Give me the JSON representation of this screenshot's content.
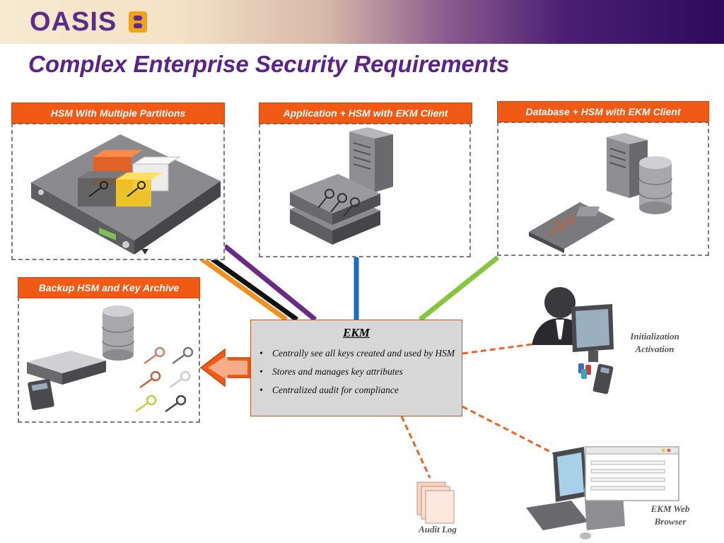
{
  "header": {
    "logo_text": "OASIS",
    "title": "Complex Enterprise Security Requirements",
    "colors": {
      "brand_purple": "#5b2d86",
      "accent_orange": "#f05a14"
    }
  },
  "panels": {
    "hsm": {
      "label": "HSM With Multiple Partitions",
      "icons": [
        "hsm-appliance-icon",
        "partition-cube-icon",
        "key-icon"
      ]
    },
    "application": {
      "label": "Application + HSM with EKM Client",
      "icons": [
        "server-tower-icon",
        "hsm-appliance-icon",
        "key-icon"
      ]
    },
    "database": {
      "label": "Database + HSM with EKM Client",
      "icons": [
        "server-tower-icon",
        "database-icon",
        "hsm-card-icon",
        "key-icon"
      ]
    },
    "backup": {
      "label": "Backup HSM and Key Archive",
      "icons": [
        "database-icon",
        "backup-device-icon",
        "pin-pad-icon",
        "key-icon"
      ]
    }
  },
  "ekm": {
    "title": "EKM",
    "bullets": [
      "Centrally see all keys created and used by HSM",
      "Stores and manages key attributes",
      "Centralized audit for compliance"
    ]
  },
  "captions": {
    "init_line1": "Initialization",
    "init_line2": "Activation",
    "audit_log": "Audit Log",
    "browser_line1": "EKM Web",
    "browser_line2": "Browser"
  }
}
